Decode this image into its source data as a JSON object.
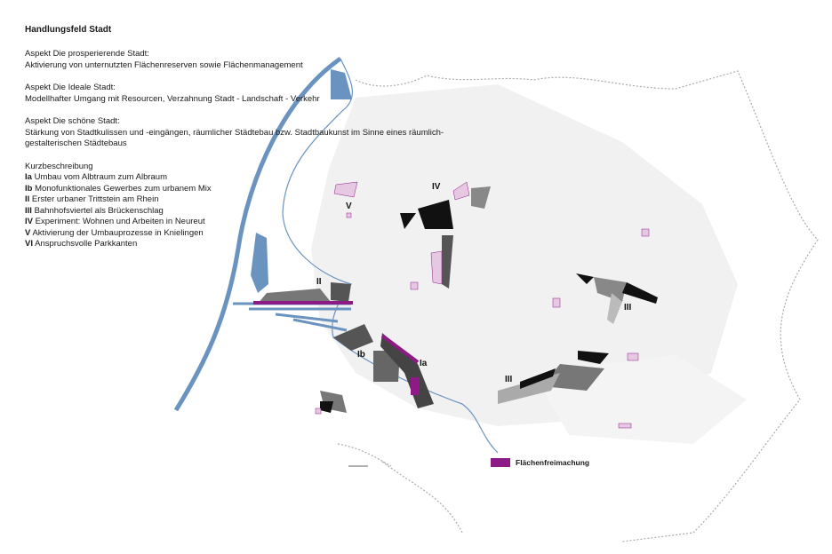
{
  "title": "Handlungsfeld Stadt",
  "aspects": [
    {
      "heading": "Aspekt Die prosperierende Stadt:",
      "text": "Aktivierung von unternutzten Flächenreserven sowie Flächenmanagement"
    },
    {
      "heading": "Aspekt Die Ideale Stadt:",
      "text": "Modellhafter Umgang mit Resourcen, Verzahnung Stadt - Landschaft - Verkehr"
    },
    {
      "heading": "Aspekt Die schöne Stadt:",
      "text": "Stärkung von Stadtkulissen und -eingängen, räumlicher Städtebau bzw. Stadtbaukunst im Sinne eines räumlich-gestalterischen Städtebaus"
    }
  ],
  "summary": {
    "heading": "Kurzbeschreibung",
    "items": [
      {
        "key": "Ia",
        "text": "Umbau vom Albtraum zum Albraum"
      },
      {
        "key": "Ib",
        "text": "Monofunktionales Gewerbes zum urbanem Mix"
      },
      {
        "key": "II",
        "text": "Erster urbaner Trittstein am Rhein"
      },
      {
        "key": "III",
        "text": "Bahnhofsviertel als Brückenschlag"
      },
      {
        "key": "IV",
        "text": "Experiment: Wohnen und Arbeiten in Neureut"
      },
      {
        "key": "V",
        "text": "Aktivierung der Umbauprozesse in Knielingen"
      },
      {
        "key": "VI",
        "text": "Anspruchsvolle Parkkanten"
      }
    ]
  },
  "map_labels": {
    "iv": "IV",
    "v": "V",
    "ii": "II",
    "ib": "Ib",
    "ia": "Ia",
    "iii_east": "III",
    "iii_south": "III"
  },
  "legend": {
    "label": "Flächenfreimachung",
    "color": "#8e1a86"
  },
  "colors": {
    "water": "#6b93bf",
    "pink": "#e6c8e2",
    "black": "#111111",
    "gray": "#8a8a8a",
    "magenta": "#8e1a86"
  }
}
